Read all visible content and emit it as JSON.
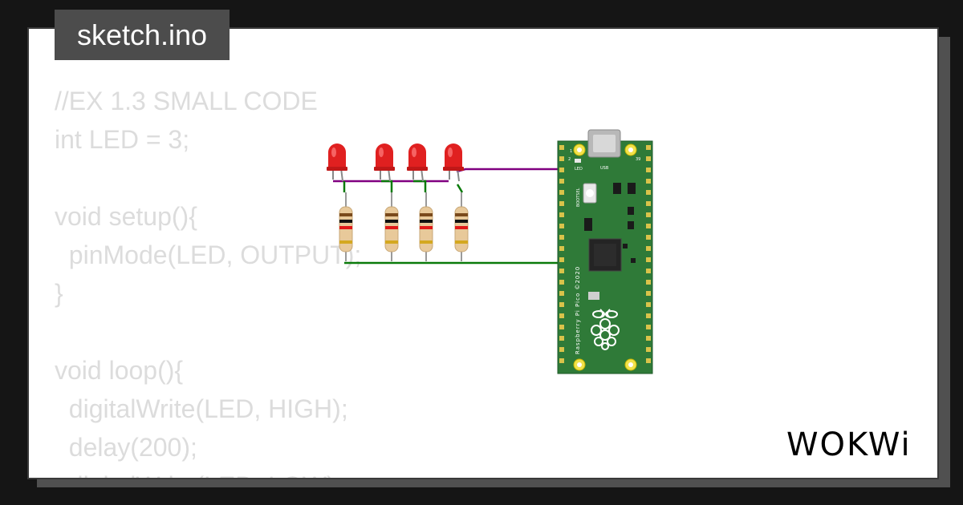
{
  "tab": {
    "filename": "sketch.ino"
  },
  "code": {
    "lines": [
      "//EX 1.3 SMALL CODE",
      "int LED = 3;",
      "",
      "void setup(){",
      "  pinMode(LED, OUTPUT);",
      "}",
      "",
      "void loop(){",
      "  digitalWrite(LED, HIGH);",
      "  delay(200);",
      "  digitalWrite(LED, LOW);"
    ]
  },
  "board": {
    "name": "Raspberry Pi Pico ©2020",
    "usb_label": "USB",
    "led_label": "LED",
    "bootsel_label": "BOOTSEL",
    "pin_top_left": "1",
    "pin_top_left_2": "2",
    "pin_top_right": "39"
  },
  "logo": {
    "text": "WOKWi"
  },
  "colors": {
    "background": "#151515",
    "card": "#ffffff",
    "code_text": "#dcdcdc",
    "tab_bg": "#4c4c4c",
    "board_green": "#2f7a38",
    "wire_purple": "#800080",
    "wire_green": "#0a7a0a",
    "led_red": "#e02020"
  }
}
